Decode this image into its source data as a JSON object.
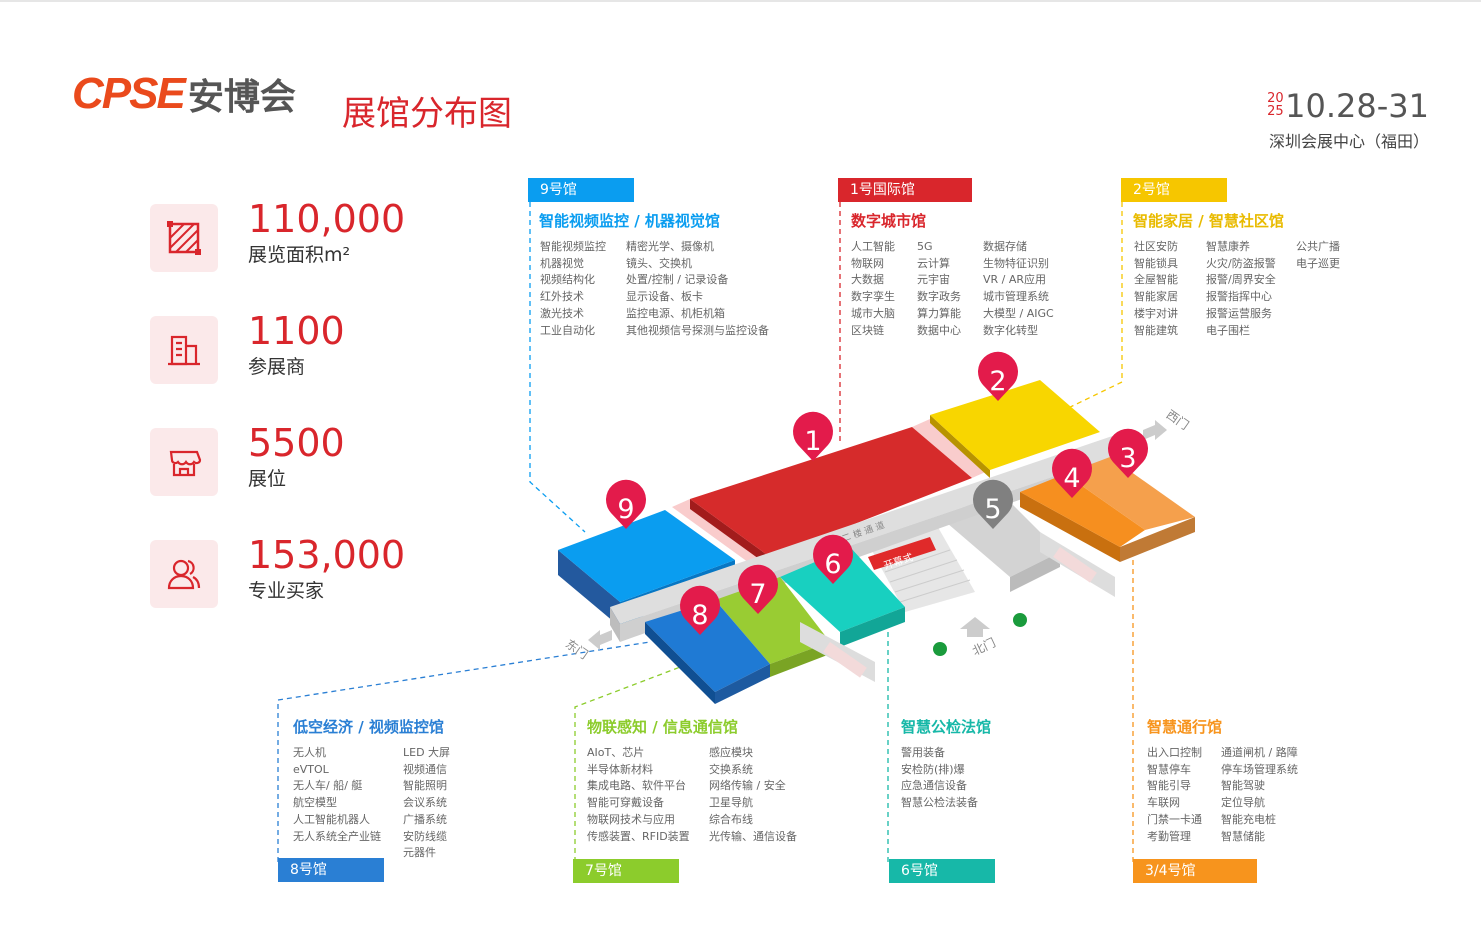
{
  "header": {
    "logo_text": "CPSE",
    "logo_cn": "安博会",
    "title": "展馆分布图",
    "year": "2025",
    "year_top": "20",
    "year_bottom": "25",
    "dates": "10.28-31",
    "venue": "深圳会展中心（福田）"
  },
  "stats": [
    {
      "icon": "area-icon",
      "value": "110,000",
      "label": "展览面积m²"
    },
    {
      "icon": "building-icon",
      "value": "1100",
      "label": "参展商"
    },
    {
      "icon": "booth-icon",
      "value": "5500",
      "label": "展位"
    },
    {
      "icon": "users-icon",
      "value": "153,000",
      "label": "专业买家"
    }
  ],
  "halls": {
    "h9": {
      "tag": "9号馆",
      "title": "智能视频监控 / 机器视觉馆",
      "color": "#0a9df0",
      "cols": [
        [
          "智能视频监控",
          "机器视觉",
          "视频结构化",
          "红外技术",
          "激光技术",
          "工业自动化"
        ],
        [
          "精密光学、摄像机",
          "镜头、交换机",
          "处置/控制 / 记录设备",
          "显示设备、板卡",
          "监控电源、机柜机箱",
          "其他视频信号探测与监控设备"
        ]
      ]
    },
    "h1": {
      "tag": "1号国际馆",
      "title": "数字城市馆",
      "color": "#d9262c",
      "cols": [
        [
          "人工智能",
          "物联网",
          "大数据",
          "数字孪生",
          "城市大脑",
          "区块链"
        ],
        [
          "5G",
          "云计算",
          "元宇宙",
          "数字政务",
          "算力算能",
          "数据中心"
        ],
        [
          "数据存储",
          "生物特征识别",
          "VR / AR应用",
          "城市管理系统",
          "大模型 / AIGC",
          "数字化转型"
        ]
      ]
    },
    "h2": {
      "tag": "2号馆",
      "title": "智能家居 / 智慧社区馆",
      "color": "#f6c600",
      "cols": [
        [
          "社区安防",
          "智能锁具",
          "全屋智能",
          "智能家居",
          "楼宇对讲",
          "智能建筑"
        ],
        [
          "智慧康养",
          "火灾/防盗报警",
          "报警/周界安全",
          "报警指挥中心",
          "报警运营服务",
          "电子围栏"
        ],
        [
          "公共广播",
          "电子巡更"
        ]
      ]
    },
    "h8": {
      "tag": "8号馆",
      "title": "低空经济 / 视频监控馆",
      "color": "#2a7fd4",
      "cols": [
        [
          "无人机",
          "eVTOL",
          "无人车/ 船/ 艇",
          "航空模型",
          "人工智能机器人",
          "无人系统全产业链"
        ],
        [
          "LED 大屏",
          "视频通信",
          "智能照明",
          "会议系统",
          "广播系统",
          "安防线缆",
          "元器件"
        ]
      ]
    },
    "h7": {
      "tag": "7号馆",
      "title": "物联感知 / 信息通信馆",
      "color": "#8ccc2c",
      "cols": [
        [
          "AIoT、芯片",
          "半导体新材料",
          "集成电路、软件平台",
          "智能可穿戴设备",
          "物联网技术与应用",
          "传感装置、RFID装置"
        ],
        [
          "感应模块",
          "交换系统",
          "网络传输 / 安全",
          "卫星导航",
          "综合布线",
          "光传输、通信设备"
        ]
      ]
    },
    "h6": {
      "tag": "6号馆",
      "title": "智慧公检法馆",
      "color": "#17b8a8",
      "cols": [
        [
          "警用装备",
          "安检防(排)爆",
          "应急通信设备",
          "智慧公检法装备"
        ]
      ]
    },
    "h34": {
      "tag": "3/4号馆",
      "title": "智慧通行馆",
      "color": "#f7941d",
      "cols": [
        [
          "出入口控制",
          "智慧停车",
          "智能引导",
          "车联网",
          "门禁一卡通",
          "考勤管理"
        ],
        [
          "通道闸机 / 路障",
          "停车场管理系统",
          "智能驾驶",
          "定位导航",
          "智能充电桩",
          "智慧储能"
        ]
      ]
    }
  },
  "map": {
    "pins": [
      "1",
      "2",
      "3",
      "4",
      "5",
      "6",
      "7",
      "8",
      "9"
    ],
    "corridor": "二 楼 通 道",
    "ceremony": "开幕式",
    "gates": {
      "west": "西门",
      "east": "东门",
      "north": "北门"
    }
  }
}
